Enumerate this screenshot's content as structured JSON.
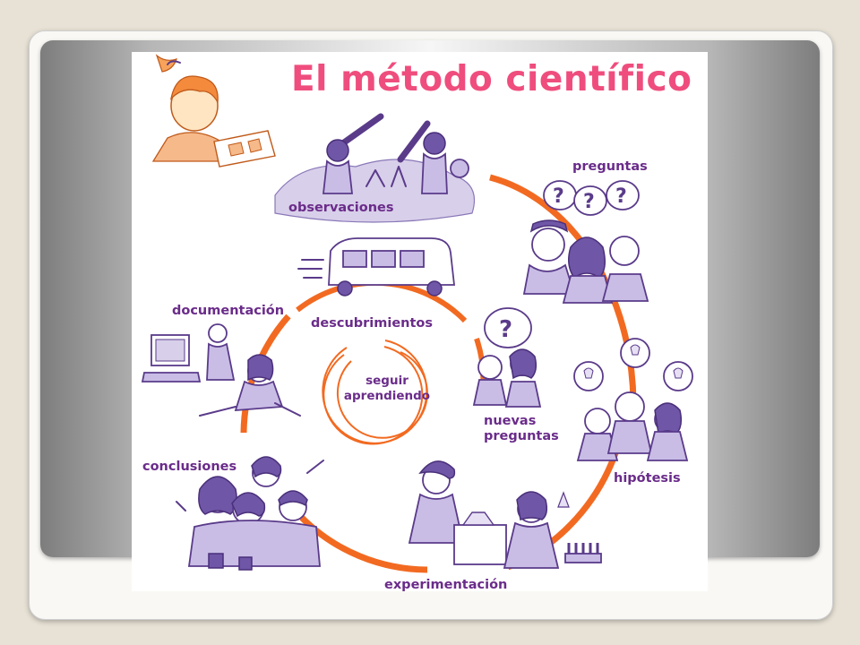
{
  "slide": {
    "title": "El método científico"
  },
  "diagram": {
    "center_label": "seguir aprendiendo",
    "outer_cycle_color": "#f26a21",
    "title_color": "#ef4d7d",
    "label_color": "#6a2c8a",
    "outer_steps": [
      "observaciones",
      "preguntas",
      "hipótesis",
      "experimentación",
      "conclusiones",
      "documentación"
    ],
    "inner_steps": [
      "descubrimientos",
      "nuevas preguntas"
    ],
    "labels": {
      "observaciones": "observaciones",
      "preguntas": "preguntas",
      "hipotesis": "hipótesis",
      "experimentacion": "experimentación",
      "conclusiones": "conclusiones",
      "documentacion": "documentación",
      "descubrimientos": "descubrimientos",
      "nuevas_preguntas": "nuevas\npreguntas",
      "seguir_aprendiendo": "seguir\naprendiendo"
    },
    "icons": {
      "question_bubbles": "?"
    }
  }
}
